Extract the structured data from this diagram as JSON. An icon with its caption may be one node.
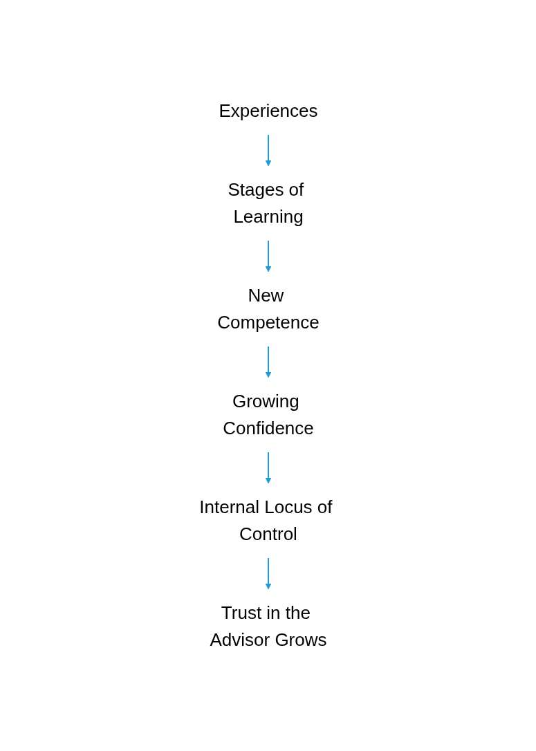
{
  "diagram": {
    "nodes": [
      {
        "text": [
          "Experiences"
        ]
      },
      {
        "text": [
          "Stages of Learning"
        ]
      },
      {
        "text": [
          "New Competence"
        ]
      },
      {
        "text": [
          "Growing Confidence"
        ]
      },
      {
        "text": [
          "Internal Locus of Control"
        ]
      },
      {
        "text": [
          "Trust in the Advisor Grows"
        ]
      }
    ],
    "edges": [
      {
        "from": 0,
        "to": 1,
        "arrow": "to"
      },
      {
        "from": 1,
        "to": 2,
        "arrow": "to"
      },
      {
        "from": 2,
        "to": 3,
        "arrow": "to"
      },
      {
        "from": 3,
        "to": 4,
        "arrow": "to"
      },
      {
        "from": 4,
        "to": 5,
        "arrow": "to"
      }
    ]
  }
}
